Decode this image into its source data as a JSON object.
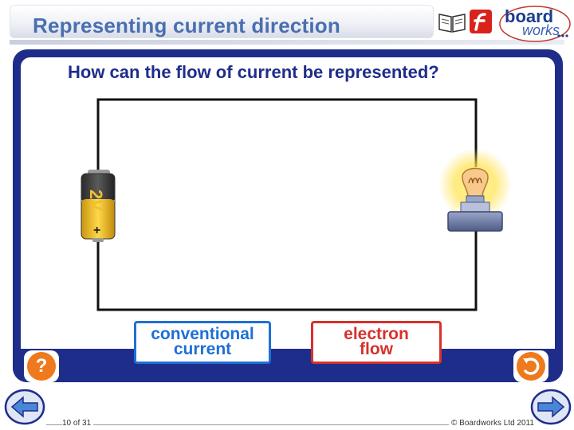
{
  "header": {
    "title": "Representing current direction",
    "logo_line1": "board",
    "logo_line2": "works"
  },
  "main": {
    "question": "How can the flow of current be represented?",
    "battery_label": "2V",
    "battery_terminal": "+",
    "options": [
      {
        "line1": "conventional",
        "line2": "current",
        "color": "#1e6fd6"
      },
      {
        "line1": "electron",
        "line2": "flow",
        "color": "#d8312b"
      }
    ]
  },
  "controls": {
    "help_symbol": "?",
    "accent_color": "#ee7a1d",
    "panel_color": "#1f2d8a"
  },
  "footer": {
    "page": "10 of 31",
    "copyright": "© Boardworks Ltd 2011"
  }
}
